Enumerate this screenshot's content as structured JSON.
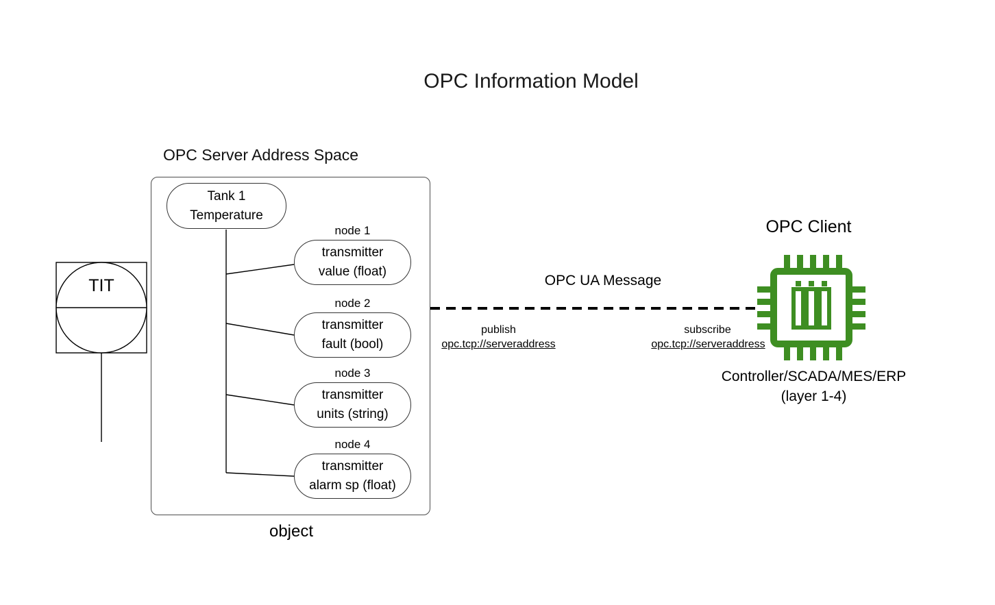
{
  "title": "OPC Information Model",
  "server": {
    "heading": "OPC Server Address Space",
    "object_label": "object",
    "root": "Tank 1\nTemperature",
    "nodes": [
      {
        "tag": "node 1",
        "label": "transmitter\nvalue (float)"
      },
      {
        "tag": "node 2",
        "label": "transmitter\nfault (bool)"
      },
      {
        "tag": "node 3",
        "label": "transmitter\nunits (string)"
      },
      {
        "tag": "node 4",
        "label": "transmitter\nalarm sp (float)"
      }
    ]
  },
  "sensor": {
    "tag": "TIT"
  },
  "link": {
    "label": "OPC UA Message",
    "publish_action": "publish",
    "publish_address": "opc.tcp://serveraddress",
    "subscribe_action": "subscribe",
    "subscribe_address": "opc.tcp://serveraddress"
  },
  "client": {
    "heading": "OPC Client",
    "description": "Controller/SCADA/MES/ERP\n(layer 1-4)",
    "chip_color": "#3e8e22"
  },
  "colors": {
    "line": "#000000"
  }
}
